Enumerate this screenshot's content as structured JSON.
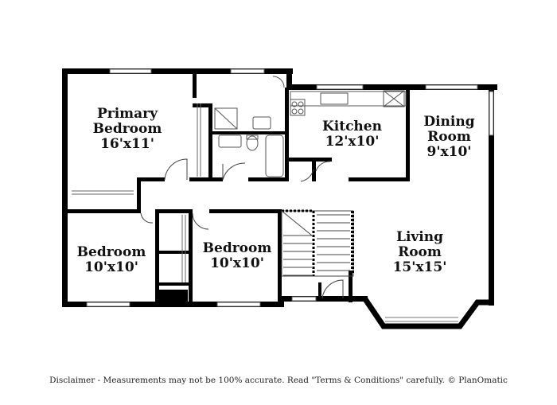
{
  "rooms": {
    "primary_bedroom": {
      "name_line1": "Primary",
      "name_line2": "Bedroom",
      "size": "16'x11'"
    },
    "kitchen": {
      "name": "Kitchen",
      "size": "12'x10'"
    },
    "dining_room": {
      "name_line1": "Dining",
      "name_line2": "Room",
      "size": "9'x10'"
    },
    "bedroom_left": {
      "name": "Bedroom",
      "size": "10'x10'"
    },
    "bedroom_center": {
      "name": "Bedroom",
      "size": "10'x10'"
    },
    "living_room": {
      "name_line1": "Living",
      "name_line2": "Room",
      "size": "15'x15'"
    }
  },
  "footer": {
    "disclaimer": "Disclaimer - Measurements may not be 100% accurate. Read \"Terms & Conditions\" carefully. © PlanOmatic"
  },
  "colors": {
    "wall": "#000000",
    "fixture": "#555555",
    "background": "#ffffff"
  }
}
